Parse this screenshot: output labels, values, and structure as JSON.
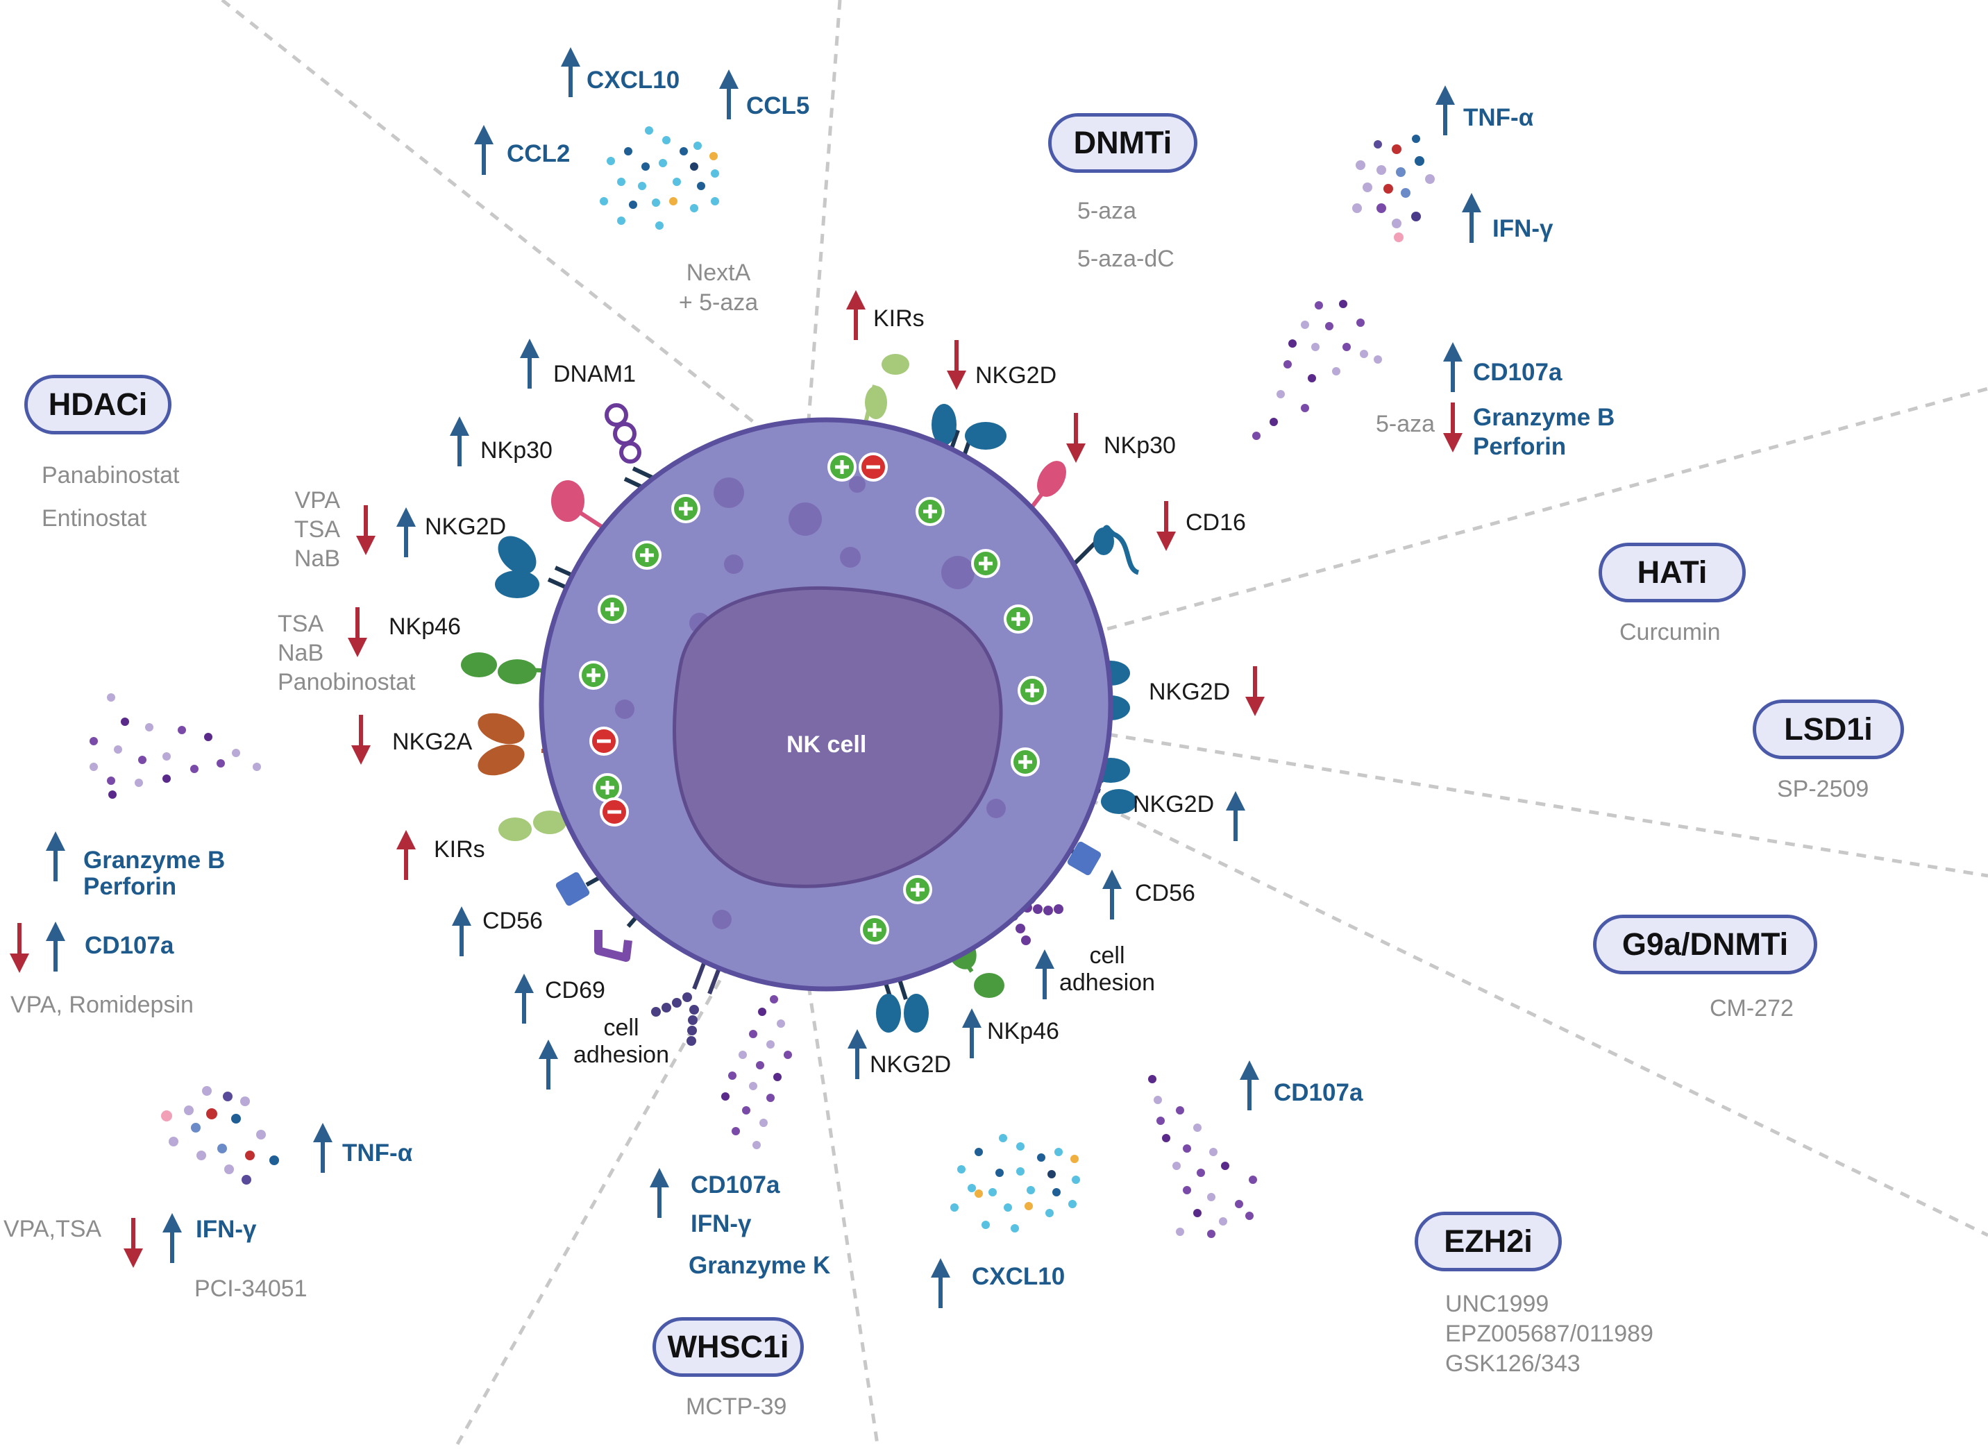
{
  "cell": {
    "label": "NK cell"
  },
  "inhibitors": [
    {
      "name": "HDACi",
      "drugs": [
        "Panabinostat",
        "Entinostat"
      ]
    },
    {
      "name": "DNMTi",
      "drugs": [
        "5-aza",
        "5-aza-dC"
      ]
    },
    {
      "name": "HATi",
      "drugs": [
        "Curcumin"
      ]
    },
    {
      "name": "LSD1i",
      "drugs": [
        "SP-2509"
      ]
    },
    {
      "name": "G9a/DNMTi",
      "drugs": [
        "CM-272"
      ]
    },
    {
      "name": "EZH2i",
      "drugs": [
        "UNC1999",
        "EPZ005687/011989",
        "GSK126/343"
      ]
    },
    {
      "name": "WHSC1i",
      "drugs": [
        "MCTP-39"
      ]
    }
  ],
  "drug_notes": {
    "nexta": [
      "NextA",
      "+ 5-aza"
    ],
    "vpa_tsa_nab": [
      "VPA",
      "TSA",
      "NaB"
    ],
    "tsa_nab_pano": [
      "TSA",
      "NaB",
      "Panobinostat"
    ],
    "vpa_romidepsin": "VPA, Romidepsin",
    "vpa_tsa": "VPA,TSA",
    "pci": "PCI-34051",
    "aza": "5-aza"
  },
  "receptor_labels": {
    "dnam1": "DNAM1",
    "nkp30_l": "NKp30",
    "nkg2d_l": "NKG2D",
    "nkp46_l": "NKp46",
    "nkg2a": "NKG2A",
    "kirs_l": "KIRs",
    "cd56_l": "CD56",
    "cd69": "CD69",
    "adhesion_l": [
      "cell",
      "adhesion"
    ],
    "kirs_t": "KIRs",
    "nkg2d_t": "NKG2D",
    "nkp30_r": "NKp30",
    "cd16": "CD16",
    "nkg2d_r1": "NKG2D",
    "nkg2d_r2": "NKG2D",
    "cd56_r": "CD56",
    "adhesion_r": [
      "cell",
      "adhesion"
    ],
    "nkp46_b": "NKp46",
    "nkg2d_b": "NKG2D"
  },
  "cytokine_labels": {
    "cxcl10_top": "CXCL10",
    "ccl5": "CCL5",
    "ccl2": "CCL2",
    "tnf_top": "TNF-α",
    "ifn_top": "IFN-γ",
    "cd107a_tr": "CD107a",
    "gzmb_tr": "Granzyme B",
    "perforin_tr": "Perforin",
    "gzmb_l": "Granzyme B",
    "perforin_l": "Perforin",
    "cd107a_l": "CD107a",
    "tnf_bl": "TNF-α",
    "ifn_bl": "IFN-γ",
    "cd107a_b": "CD107a",
    "ifn_b": "IFN-γ",
    "gzmk_b": "Granzyme K",
    "cxcl10_b": "CXCL10",
    "cd107a_br": "CD107a"
  },
  "colors": {
    "up_arrow": "#2c5f8d",
    "down_arrow": "#b02a3a",
    "up_arrow_red": "#b02a3a",
    "cell_fill": "#8b88c6",
    "cell_border": "#5a4f9c",
    "nucleus": "#7b6aa6",
    "activating": "#4caf3d",
    "inhibiting": "#d62f2f",
    "receptor_blue": "#1d6a98",
    "dashed_divider": "#c8c8c8"
  },
  "icons": [
    "up-arrow-icon",
    "down-arrow-icon",
    "activating-plus-icon",
    "inhibitory-minus-icon",
    "receptor-icon",
    "cytokine-cluster-icon"
  ]
}
